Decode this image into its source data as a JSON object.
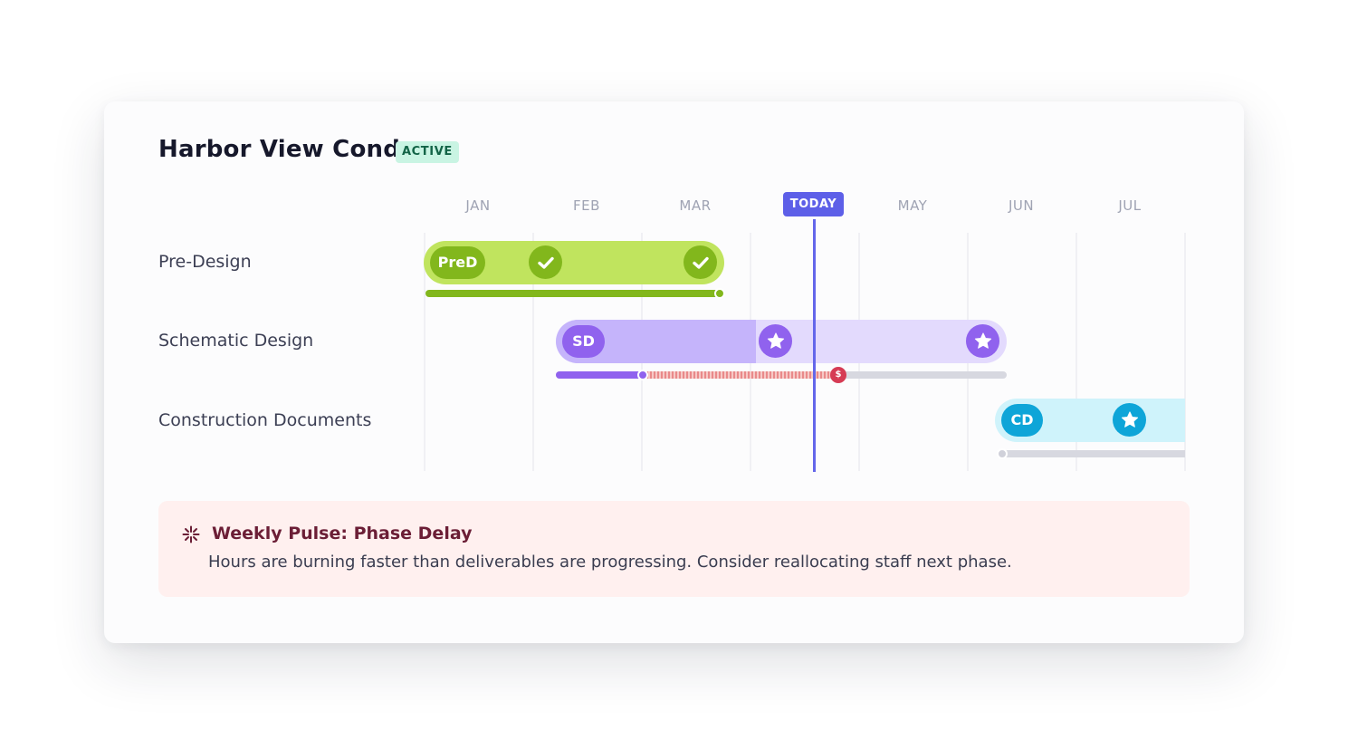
{
  "project": {
    "title": "Harbor View Condo",
    "status": "ACTIVE"
  },
  "timeline": {
    "months": [
      "JAN",
      "FEB",
      "MAR",
      "MAY",
      "JUN",
      "JUL"
    ],
    "today_label": "TODAY"
  },
  "phases": [
    {
      "name": "Pre-Design",
      "chip": "PreD",
      "milestones": [
        "check-icon",
        "check-icon"
      ],
      "color": "#c0e45e"
    },
    {
      "name": "Schematic Design",
      "chip": "SD",
      "milestones": [
        "star-icon",
        "star-icon"
      ],
      "color": "#c5b4fb"
    },
    {
      "name": "Construction Documents",
      "chip": "CD",
      "milestones": [
        "star-icon"
      ],
      "color": "#cff3fb"
    }
  ],
  "budget_marker": "$",
  "alert": {
    "title": "Weekly Pulse: Phase Delay",
    "body": "Hours are burning faster than deliverables are progressing. Consider reallocating staff next phase.",
    "icon": "sparkle-icon"
  },
  "colors": {
    "today": "#5d5fe8",
    "predesign": "#c0e45e",
    "predesign_dark": "#82b71c",
    "schematic": "#c5b4fb",
    "schematic_dark": "#9062ee",
    "construction": "#cff3fb",
    "construction_dark": "#0ea5d8",
    "over_budget": "#e98a8a",
    "alert_bg": "#fff0ef"
  }
}
